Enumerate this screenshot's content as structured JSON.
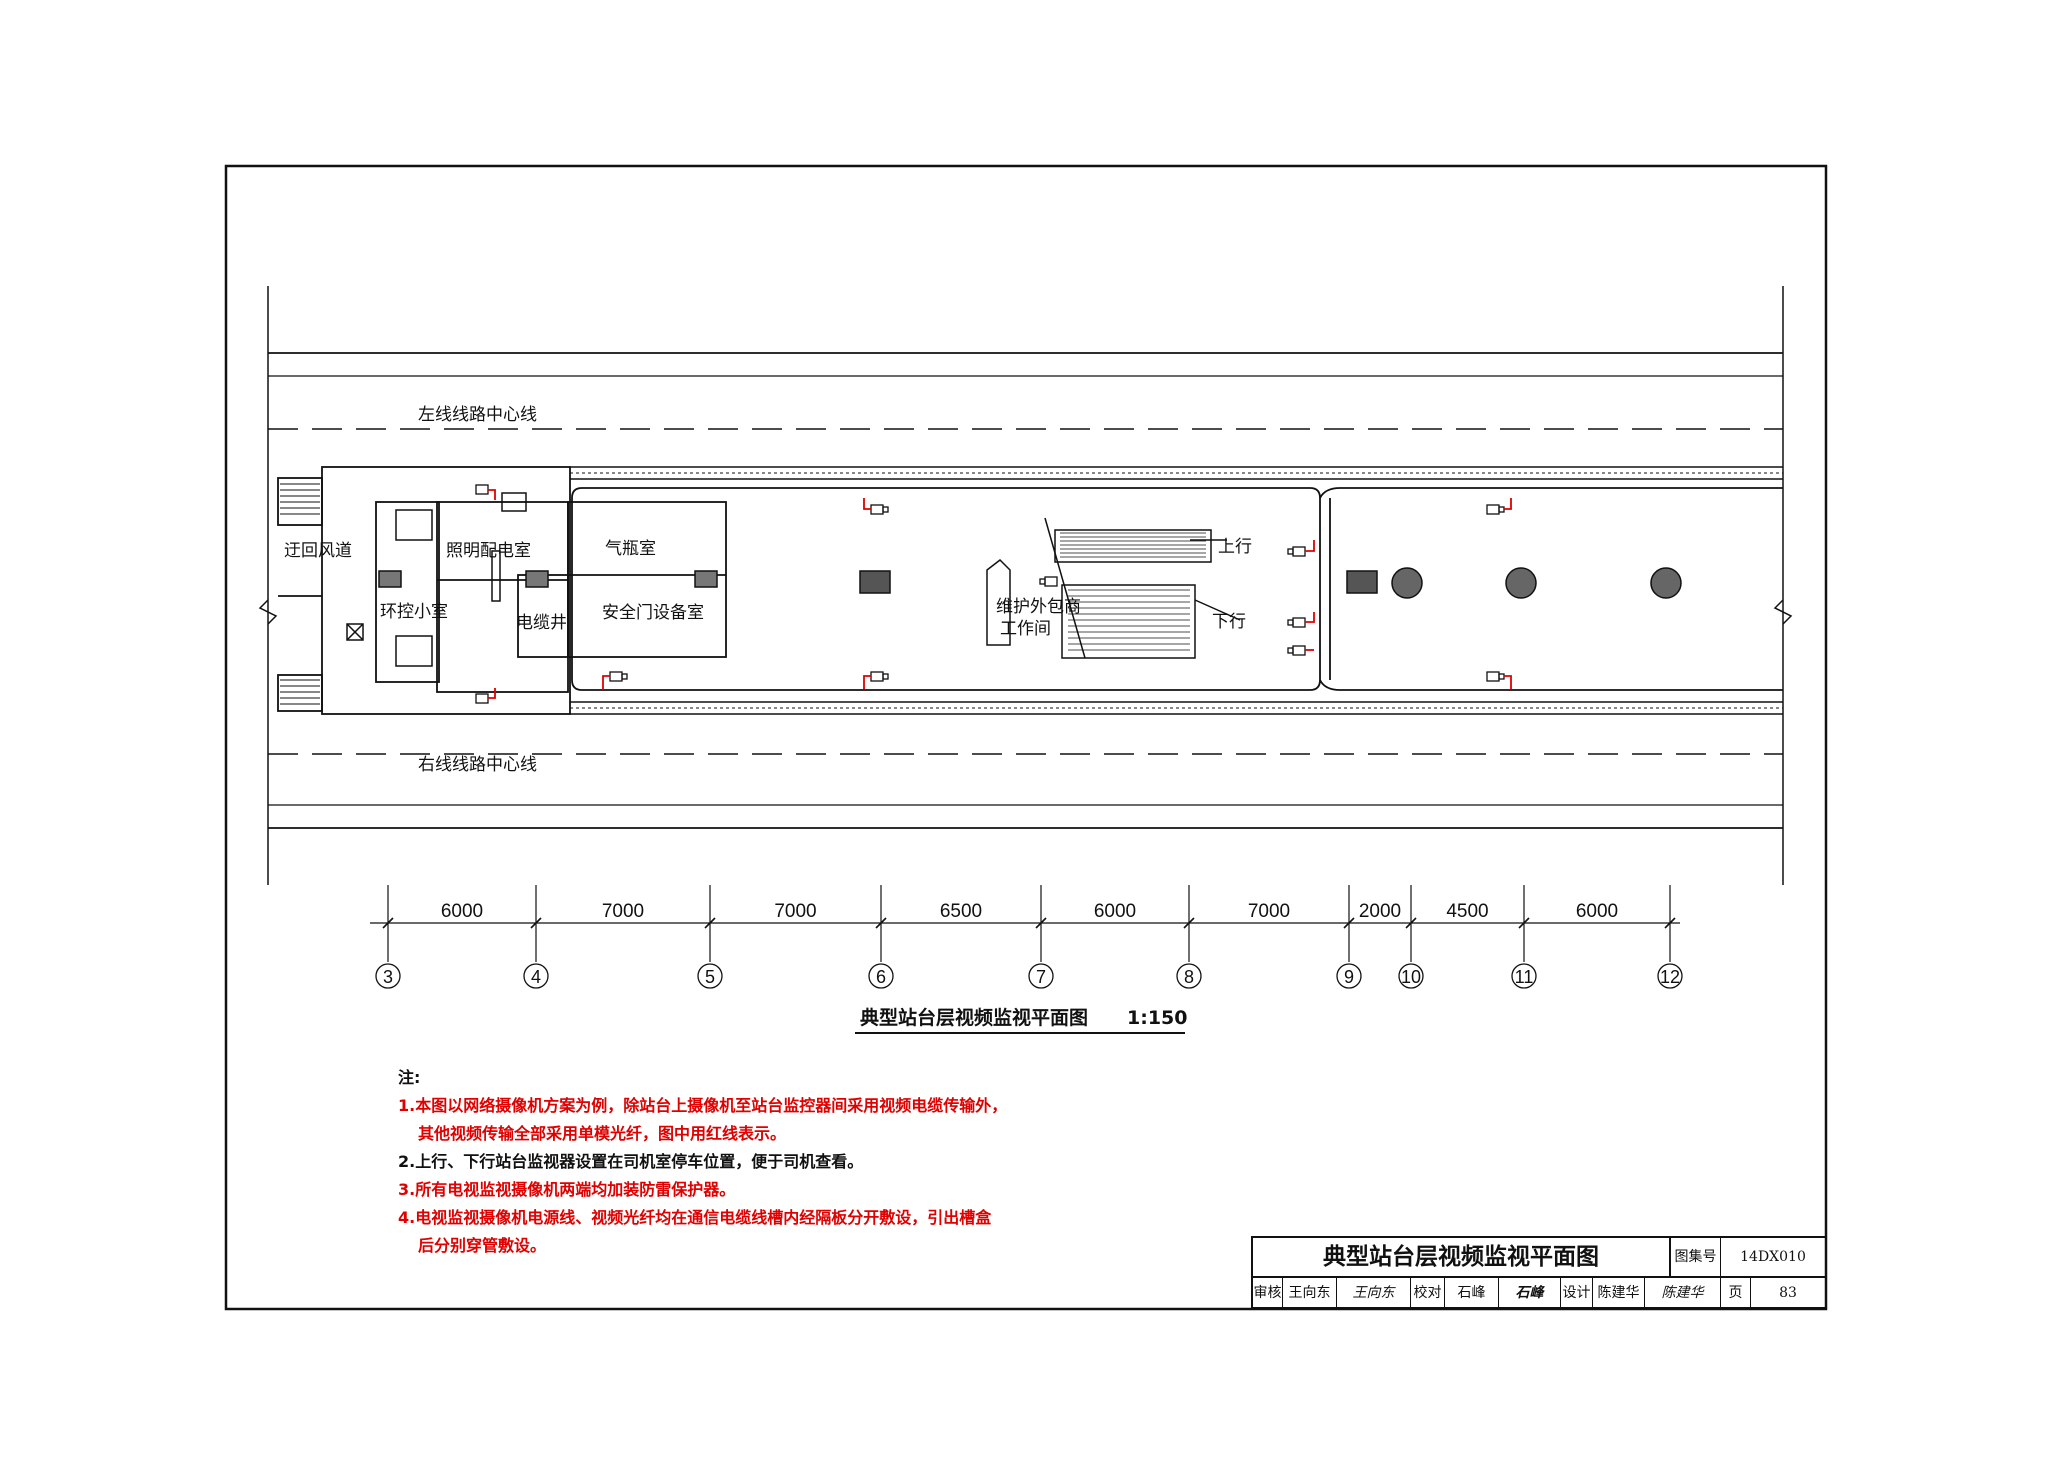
{
  "plan": {
    "left_line_label": "左线线路中心线",
    "right_line_label": "右线线路中心线",
    "rooms": {
      "detour_duct": "迂回风道",
      "lighting_room": "照明配电室",
      "ecs_room": "环控小室",
      "gas_room": "气瓶室",
      "cable_shaft": "电缆井",
      "psd_room": "安全门设备室",
      "maint_room_line1": "维护外包商",
      "maint_room_line2": "工作间"
    },
    "escalator_up": "上行",
    "escalator_down": "下行"
  },
  "dimensions": [
    "6000",
    "7000",
    "7000",
    "6500",
    "6000",
    "7000",
    "2000",
    "4500",
    "6000"
  ],
  "axes": [
    "3",
    "4",
    "5",
    "6",
    "7",
    "8",
    "9",
    "10",
    "11",
    "12"
  ],
  "drawing_title": "典型站台层视频监视平面图",
  "drawing_scale": "1:150",
  "notes": {
    "heading": "注:",
    "n1_line1": "1.本图以网络摄像机方案为例，除站台上摄像机至站台监控器间采用视频电缆传输外，",
    "n1_line2": "其他视频传输全部采用单模光纤，图中用红线表示。",
    "n2": "2.上行、下行站台监视器设置在司机室停车位置，便于司机查看。",
    "n3": "3.所有电视监视摄像机两端均加装防雷保护器。",
    "n4_line1": "4.电视监视摄像机电源线、视频光纤均在通信电缆线槽内经隔板分开敷设，引出槽盒",
    "n4_line2": "后分别穿管敷设。"
  },
  "title_block": {
    "title": "典型站台层视频监视平面图",
    "atlas_label": "图集号",
    "atlas_no": "14DX010",
    "review_label": "审核",
    "review_name": "王向东",
    "review_sig": "王向东",
    "check_label": "校对",
    "check_name": "石峰",
    "check_sig": "石峰",
    "design_label": "设计",
    "design_name": "陈建华",
    "design_sig": "陈建华",
    "page_label": "页",
    "page_no": "83"
  },
  "colors": {
    "line": "#111111",
    "fiber": "#e00000"
  }
}
